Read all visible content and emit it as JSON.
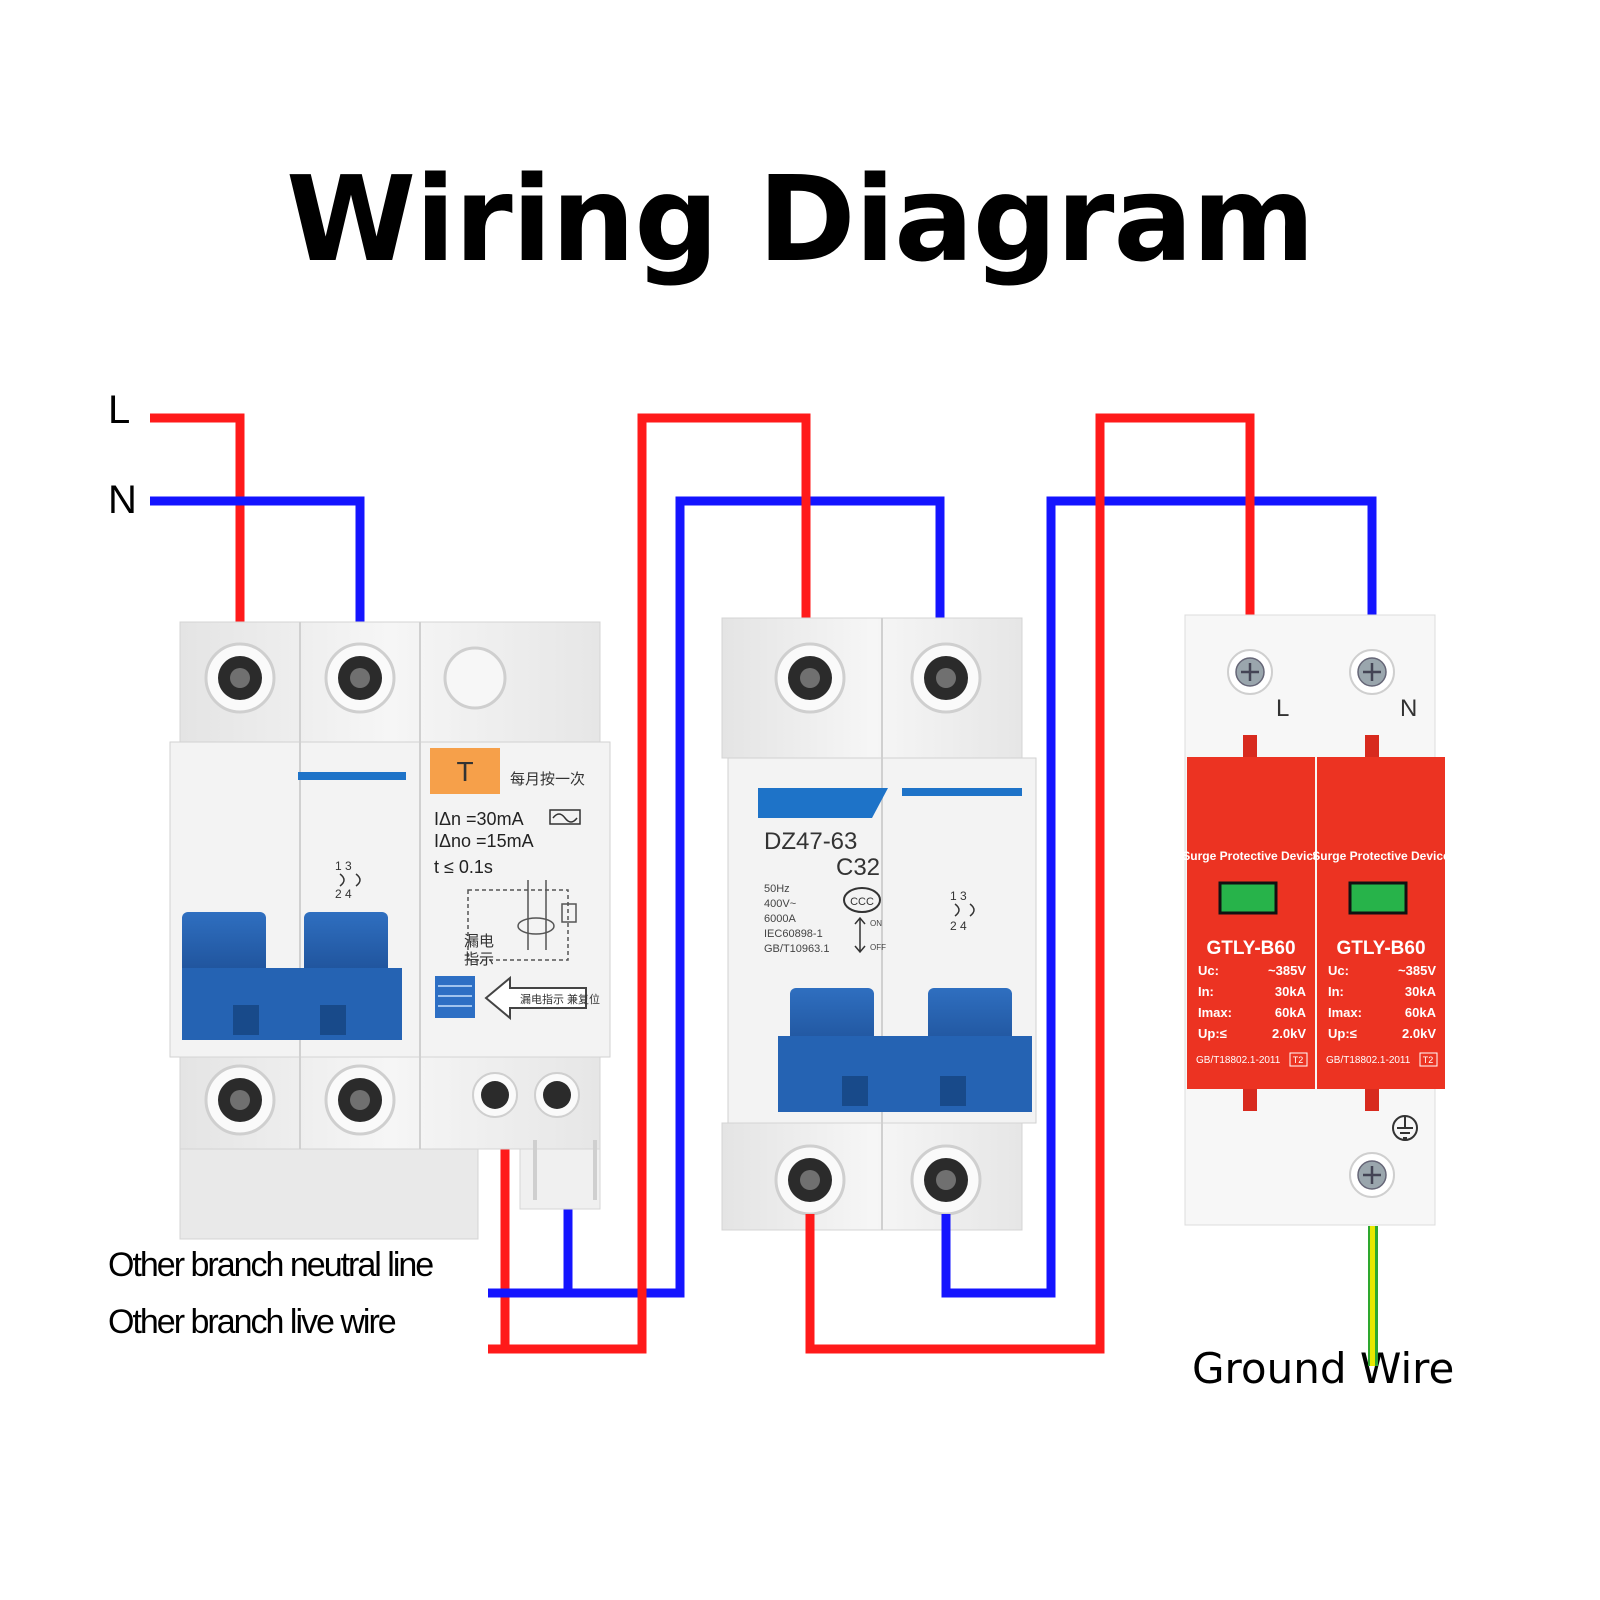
{
  "title": "Wiring Diagram",
  "supply_labels": {
    "live": "L",
    "neutral": "N"
  },
  "branch_labels": {
    "neutral": "Other branch neutral line",
    "live": "Other branch live wire"
  },
  "ground_label": "Ground Wire",
  "wire_colors": {
    "live": "#ff1a1a",
    "neutral": "#1414ff",
    "earth_yellow": "#e8e800",
    "earth_green": "#2ea82e"
  },
  "rcbo": {
    "test_button": "T",
    "test_note": "每月按一次",
    "rating_lines": [
      "IΔn   =30mA",
      "IΔno =15mA",
      "t ≤ 0.1s"
    ],
    "leak_indicator": [
      "漏电",
      "指示"
    ],
    "reset_note": "漏电指示 兼复位",
    "terminal_marks": "1 3",
    "terminal_marks_bottom": "2 4"
  },
  "mcb": {
    "model": "DZ47-63",
    "rating": "C32",
    "spec_lines": [
      "50Hz",
      "400V~",
      "6000A",
      "IEC60898-1",
      "GB/T10963.1"
    ],
    "terminal_marks": "1 3",
    "terminal_marks_bottom": "2 4",
    "on_label": "ON",
    "off_label": "OFF"
  },
  "spd": {
    "terminal_l": "L",
    "terminal_n": "N",
    "modules": [
      {
        "heading": "Surge Protective Device",
        "model": "GTLY-B60",
        "specs": [
          [
            "Uc:",
            "~385V"
          ],
          [
            "In:",
            "30kA"
          ],
          [
            "Imax:",
            "60kA"
          ],
          [
            "Up:≤",
            "2.0kV"
          ]
        ],
        "standard": "GB/T18802.1-2011",
        "class": "T2"
      },
      {
        "heading": "Surge Protective Device",
        "model": "GTLY-B60",
        "specs": [
          [
            "Uc:",
            "~385V"
          ],
          [
            "In:",
            "30kA"
          ],
          [
            "Imax:",
            "60kA"
          ],
          [
            "Up:≤",
            "2.0kV"
          ]
        ],
        "standard": "GB/T18802.1-2011",
        "class": "T2"
      }
    ]
  }
}
